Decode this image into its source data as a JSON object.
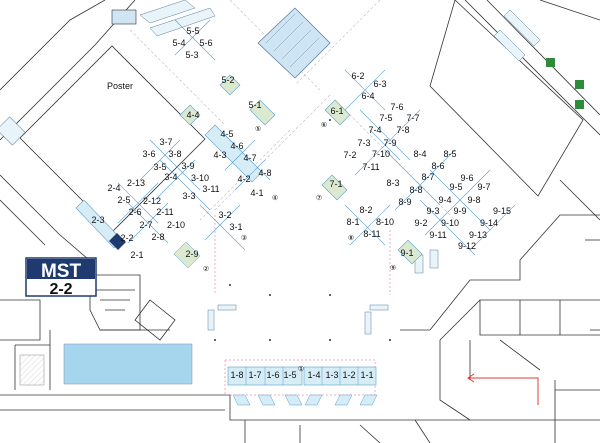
{
  "poster_label": "Poster",
  "badge": {
    "title": "MST",
    "booth": "2-2",
    "accent": "#1f3a6e"
  },
  "colors": {
    "booth_fill": "#d6ecf7",
    "booth_stroke": "#5aa0cf",
    "green_fill": "#dbe9d0",
    "pool_fill": "#a6d6ee",
    "arrow": "#e33b33",
    "exit": "#2e8b3a"
  },
  "zones": [
    "①",
    "②",
    "③",
    "④",
    "⑤",
    "⑥",
    "⑦",
    "⑧",
    "⑨"
  ],
  "booths": [
    "5-5",
    "5-4",
    "5-6",
    "5-3",
    "5-2",
    "5-1",
    "4-4",
    "4-5",
    "4-6",
    "4-3",
    "4-7",
    "4-8",
    "4-2",
    "4-1",
    "3-7",
    "3-6",
    "3-8",
    "3-5",
    "3-9",
    "3-4",
    "3-10",
    "3-3",
    "3-11",
    "3-2",
    "3-1",
    "2-4",
    "2-13",
    "2-5",
    "2-12",
    "2-6",
    "2-11",
    "2-7",
    "2-10",
    "2-8",
    "2-3",
    "2-2",
    "2-1",
    "2-9",
    "6-2",
    "6-3",
    "6-4",
    "6-1",
    "7-6",
    "7-5",
    "7-7",
    "7-4",
    "7-8",
    "7-3",
    "7-9",
    "7-2",
    "7-10",
    "7-11",
    "7-1",
    "8-4",
    "8-5",
    "8-6",
    "8-7",
    "8-3",
    "8-8",
    "8-9",
    "8-2",
    "8-1",
    "8-10",
    "8-11",
    "9-6",
    "9-5",
    "9-7",
    "9-8",
    "9-4",
    "9-15",
    "9-3",
    "9-9",
    "9-14",
    "9-2",
    "9-10",
    "9-13",
    "9-11",
    "9-12",
    "9-1",
    "1-8",
    "1-7",
    "1-6",
    "1-5",
    "1-4",
    "1-3",
    "1-2",
    "1-1"
  ]
}
